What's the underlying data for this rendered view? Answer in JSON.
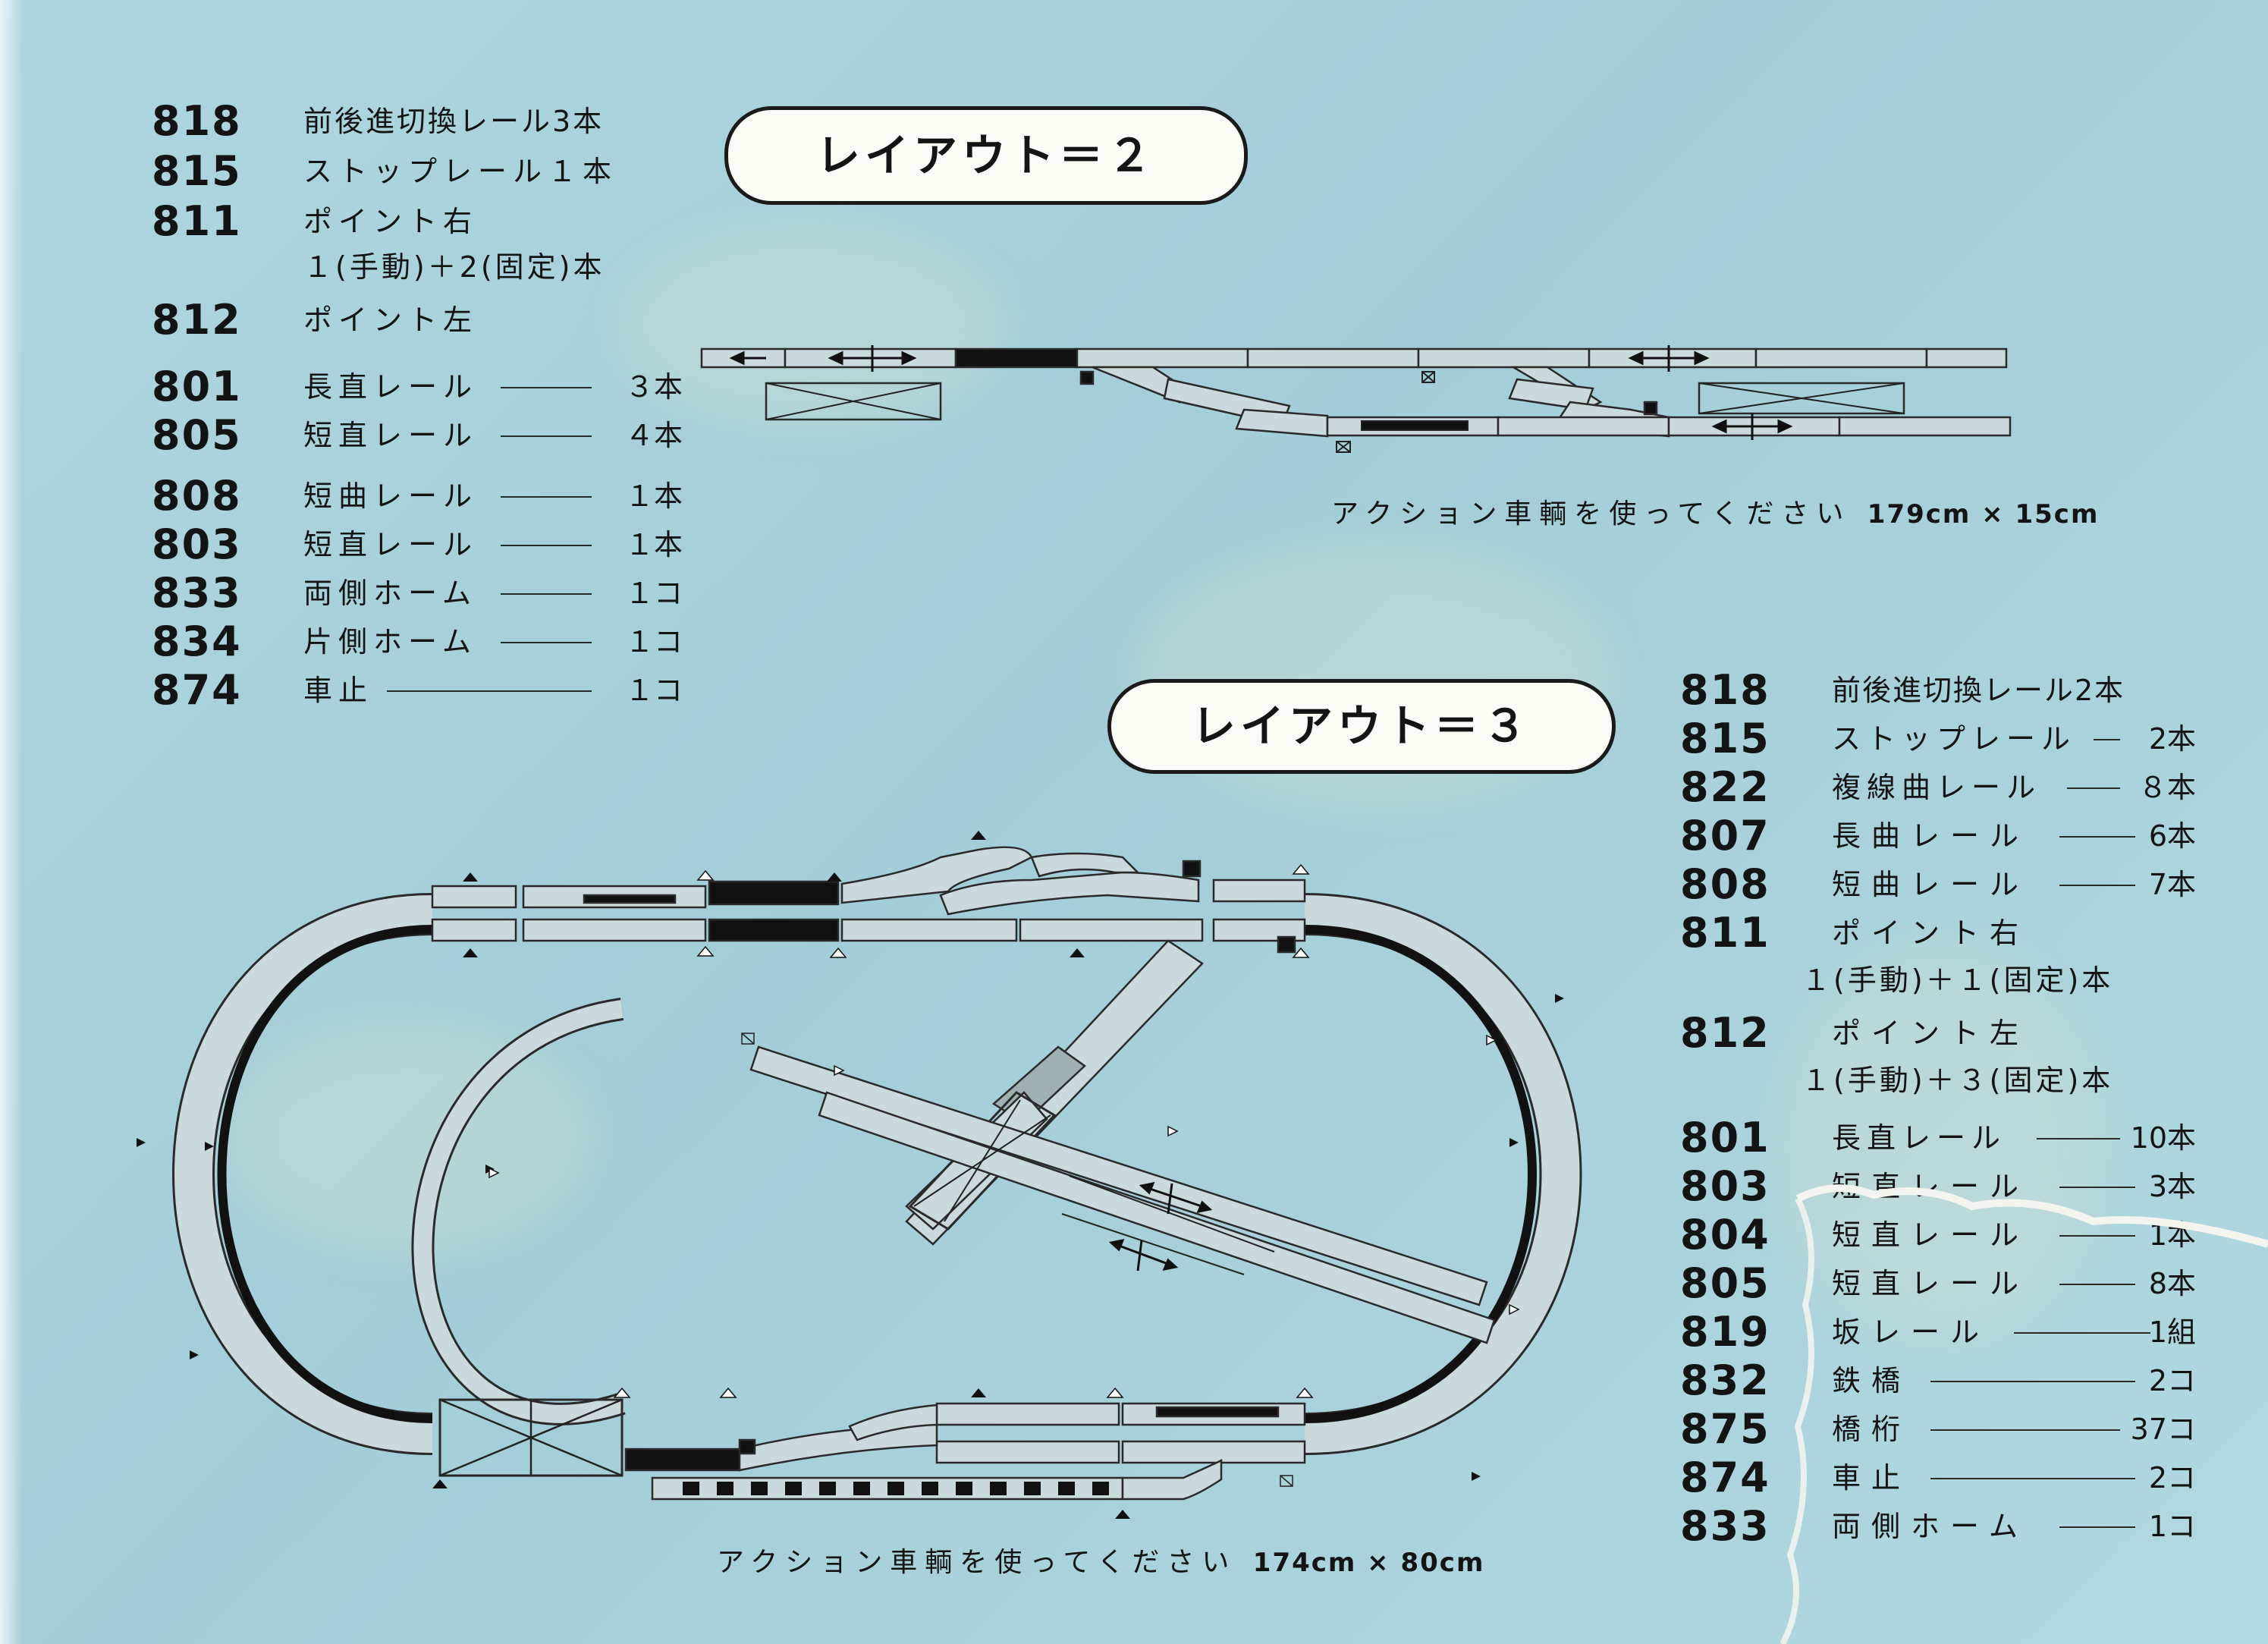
{
  "layout2": {
    "title": "レイアウト＝２",
    "caption": "アクション車輌を使ってください",
    "dimensions": "179cm × 15cm",
    "parts": [
      {
        "code": "818",
        "name": "前後進切換レール3本",
        "qty": ""
      },
      {
        "code": "815",
        "name": "ストップレール１本",
        "qty": ""
      },
      {
        "code": "811",
        "name": "ポイント右",
        "qty": ""
      },
      {
        "code": "812",
        "name": "ポイント左",
        "qty": ""
      },
      {
        "code": "801",
        "name": "長直レール",
        "qty": "３本"
      },
      {
        "code": "805",
        "name": "短直レール",
        "qty": "４本"
      },
      {
        "code": "808",
        "name": "短曲レール",
        "qty": "１本"
      },
      {
        "code": "803",
        "name": "短直レール",
        "qty": "１本"
      },
      {
        "code": "833",
        "name": "両側ホーム",
        "qty": "１コ"
      },
      {
        "code": "834",
        "name": "片側ホーム",
        "qty": "１コ"
      },
      {
        "code": "874",
        "name": "車止",
        "qty": "１コ"
      }
    ],
    "sub_811": "１(手動)＋2(固定)本"
  },
  "layout3": {
    "title": "レイアウト＝３",
    "caption": "アクション車輌を使ってください",
    "dimensions": "174cm × 80cm",
    "parts": [
      {
        "code": "818",
        "name": "前後進切換レール2本",
        "qty": ""
      },
      {
        "code": "815",
        "name": "ストップレール",
        "qty": "2本"
      },
      {
        "code": "822",
        "name": "複線曲レール",
        "qty": "８本"
      },
      {
        "code": "807",
        "name": "長曲レール",
        "qty": "6本"
      },
      {
        "code": "808",
        "name": "短曲レール",
        "qty": "7本"
      },
      {
        "code": "811",
        "name": "ポイント右",
        "qty": ""
      },
      {
        "code": "812",
        "name": "ポイント左",
        "qty": ""
      },
      {
        "code": "801",
        "name": "長直レール",
        "qty": "10本"
      },
      {
        "code": "803",
        "name": "短直レール",
        "qty": "3本"
      },
      {
        "code": "804",
        "name": "短直レール",
        "qty": "1本"
      },
      {
        "code": "805",
        "name": "短直レール",
        "qty": "8本"
      },
      {
        "code": "819",
        "name": "坂レール",
        "qty": "1組"
      },
      {
        "code": "832",
        "name": "鉄橋",
        "qty": "2コ"
      },
      {
        "code": "875",
        "name": "橋桁",
        "qty": "37コ"
      },
      {
        "code": "874",
        "name": "車止",
        "qty": "2コ"
      },
      {
        "code": "833",
        "name": "両側ホーム",
        "qty": "1コ"
      }
    ],
    "sub_811": "１(手動)＋１(固定)本",
    "sub_812": "１(手動)＋３(固定)本"
  }
}
